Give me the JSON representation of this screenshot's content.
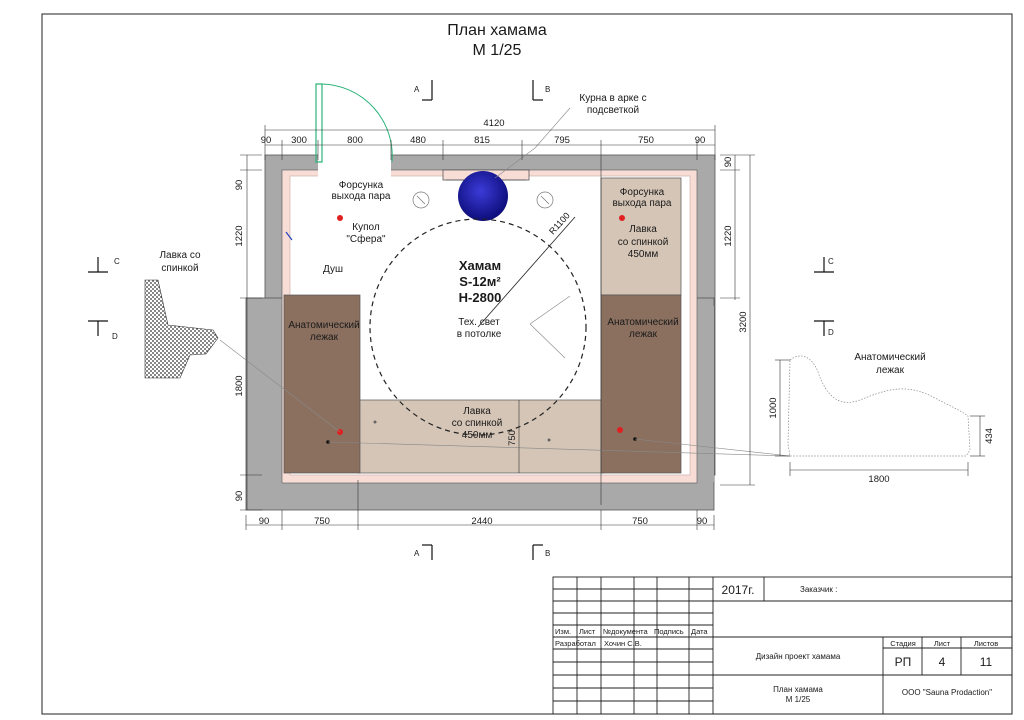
{
  "title": {
    "line1": "План хамама",
    "line2": "М 1/25"
  },
  "labels": {
    "kurna": [
      "Курна в арке с",
      "подсветкой"
    ],
    "forsunka_left": [
      "Форсунка",
      "выхода пара"
    ],
    "forsunka_right": [
      "Форсунка",
      "выхода пара"
    ],
    "kupol": [
      "Купол",
      "\"Сфера\""
    ],
    "dush": "Душ",
    "hamam": [
      "Хамам",
      "S-12м²",
      "Н-2800"
    ],
    "radius": "R1100",
    "tech_light": [
      "Тех. свет",
      "в потолке"
    ],
    "lavka_right": [
      "Лавка",
      "со спинкой",
      "450мм"
    ],
    "lavka_bottom": [
      "Лавка",
      "со спинкой",
      "450мм"
    ],
    "lezhak_left": [
      "Анатомический",
      "лежак"
    ],
    "lezhak_right": [
      "Анатомический",
      "лежак"
    ],
    "side_bench": [
      "Лавка со",
      "спинкой"
    ],
    "side_lezhak": [
      "Анатомический",
      "лежак"
    ]
  },
  "section_marks": {
    "A": "А",
    "B": "В",
    "C": "С",
    "D": "D"
  },
  "dimensions": {
    "top_total": "4120",
    "top": [
      "90",
      "300",
      "800",
      "480",
      "815",
      "795",
      "750",
      "90"
    ],
    "bottom": [
      "90",
      "750",
      "2440",
      "750",
      "90"
    ],
    "left": [
      "90",
      "1220",
      "1800",
      "90"
    ],
    "right": [
      "90",
      "1220",
      "3200"
    ],
    "inner_750": "750",
    "side": {
      "height": "1000",
      "width": "1800",
      "small": "434"
    }
  },
  "stamp": {
    "year": "2017г.",
    "customer": "Заказчик :",
    "headers": [
      "Изм.",
      "Лист",
      "№документа",
      "Подпись",
      "Дата"
    ],
    "developer_role": "Разработал",
    "developer_name": "Хочин С.В.",
    "project": "Дизайн проект хамама",
    "stage_label": "Стадия",
    "sheet_label": "Лист",
    "sheets_label": "Листов",
    "stage": "РП",
    "sheet": "4",
    "sheets": "11",
    "drawing_title": [
      "План хамама",
      "М 1/25"
    ],
    "company": "ООО \"Sauna Prodaction\""
  },
  "colors": {
    "wall": "#a9a9a9",
    "lining": "#f7ddd6",
    "bench": "#d5c5b6",
    "lezhak": "#7f6553",
    "door": "#2db37a",
    "dome": "#1e1ea8"
  }
}
